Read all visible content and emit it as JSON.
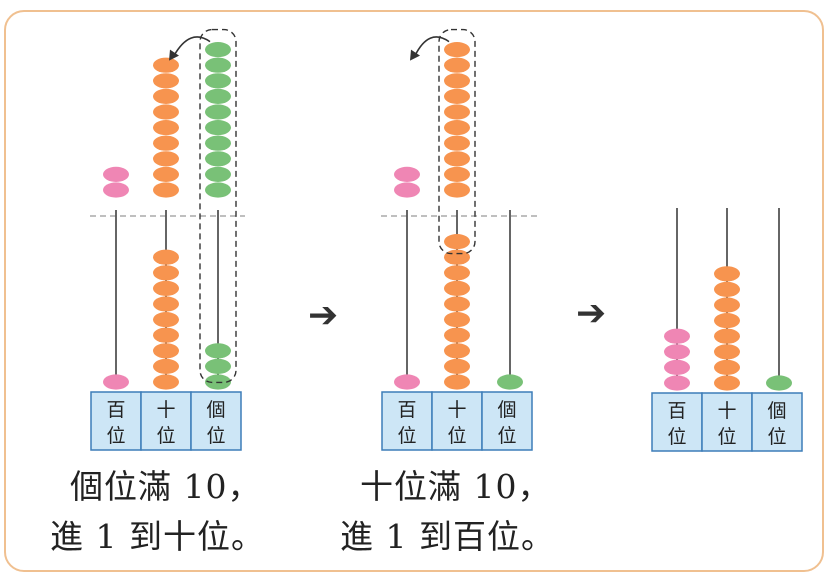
{
  "colors": {
    "pink": "#ef86b4",
    "orange": "#f7944f",
    "green": "#79c177",
    "rod": "#555555",
    "label_fill": "#cde6f6",
    "label_border": "#3d7db8",
    "dashed": "#aaaaaa"
  },
  "panels": [
    {
      "labels": [
        {
          "top": "百",
          "bottom": "位"
        },
        {
          "top": "十",
          "bottom": "位"
        },
        {
          "top": "個",
          "bottom": "位"
        }
      ],
      "beads": {
        "hundreds": 1,
        "tens": 9,
        "ones": 3
      },
      "removed": {
        "hundreds": 2,
        "tens": 9,
        "ones": 10
      },
      "carry_from": "ones",
      "carry_to": "tens"
    },
    {
      "labels": [
        {
          "top": "百",
          "bottom": "位"
        },
        {
          "top": "十",
          "bottom": "位"
        },
        {
          "top": "個",
          "bottom": "位"
        }
      ],
      "beads": {
        "hundreds": 1,
        "tens": 10,
        "ones": 1
      },
      "removed": {
        "hundreds": 2,
        "tens": 10,
        "ones": 0
      },
      "carry_from": "tens",
      "carry_to": "hundreds"
    },
    {
      "labels": [
        {
          "top": "百",
          "bottom": "位"
        },
        {
          "top": "十",
          "bottom": "位"
        },
        {
          "top": "個",
          "bottom": "位"
        }
      ],
      "beads": {
        "hundreds": 4,
        "tens": 8,
        "ones": 1
      }
    }
  ],
  "captions": {
    "c1_line1": "個位滿 10，",
    "c1_line2": "進 1 到十位。",
    "c2_line1": "十位滿 10，",
    "c2_line2": "進 1 到百位。"
  },
  "arrows": {
    "a1": "➔",
    "a2": "➔"
  }
}
